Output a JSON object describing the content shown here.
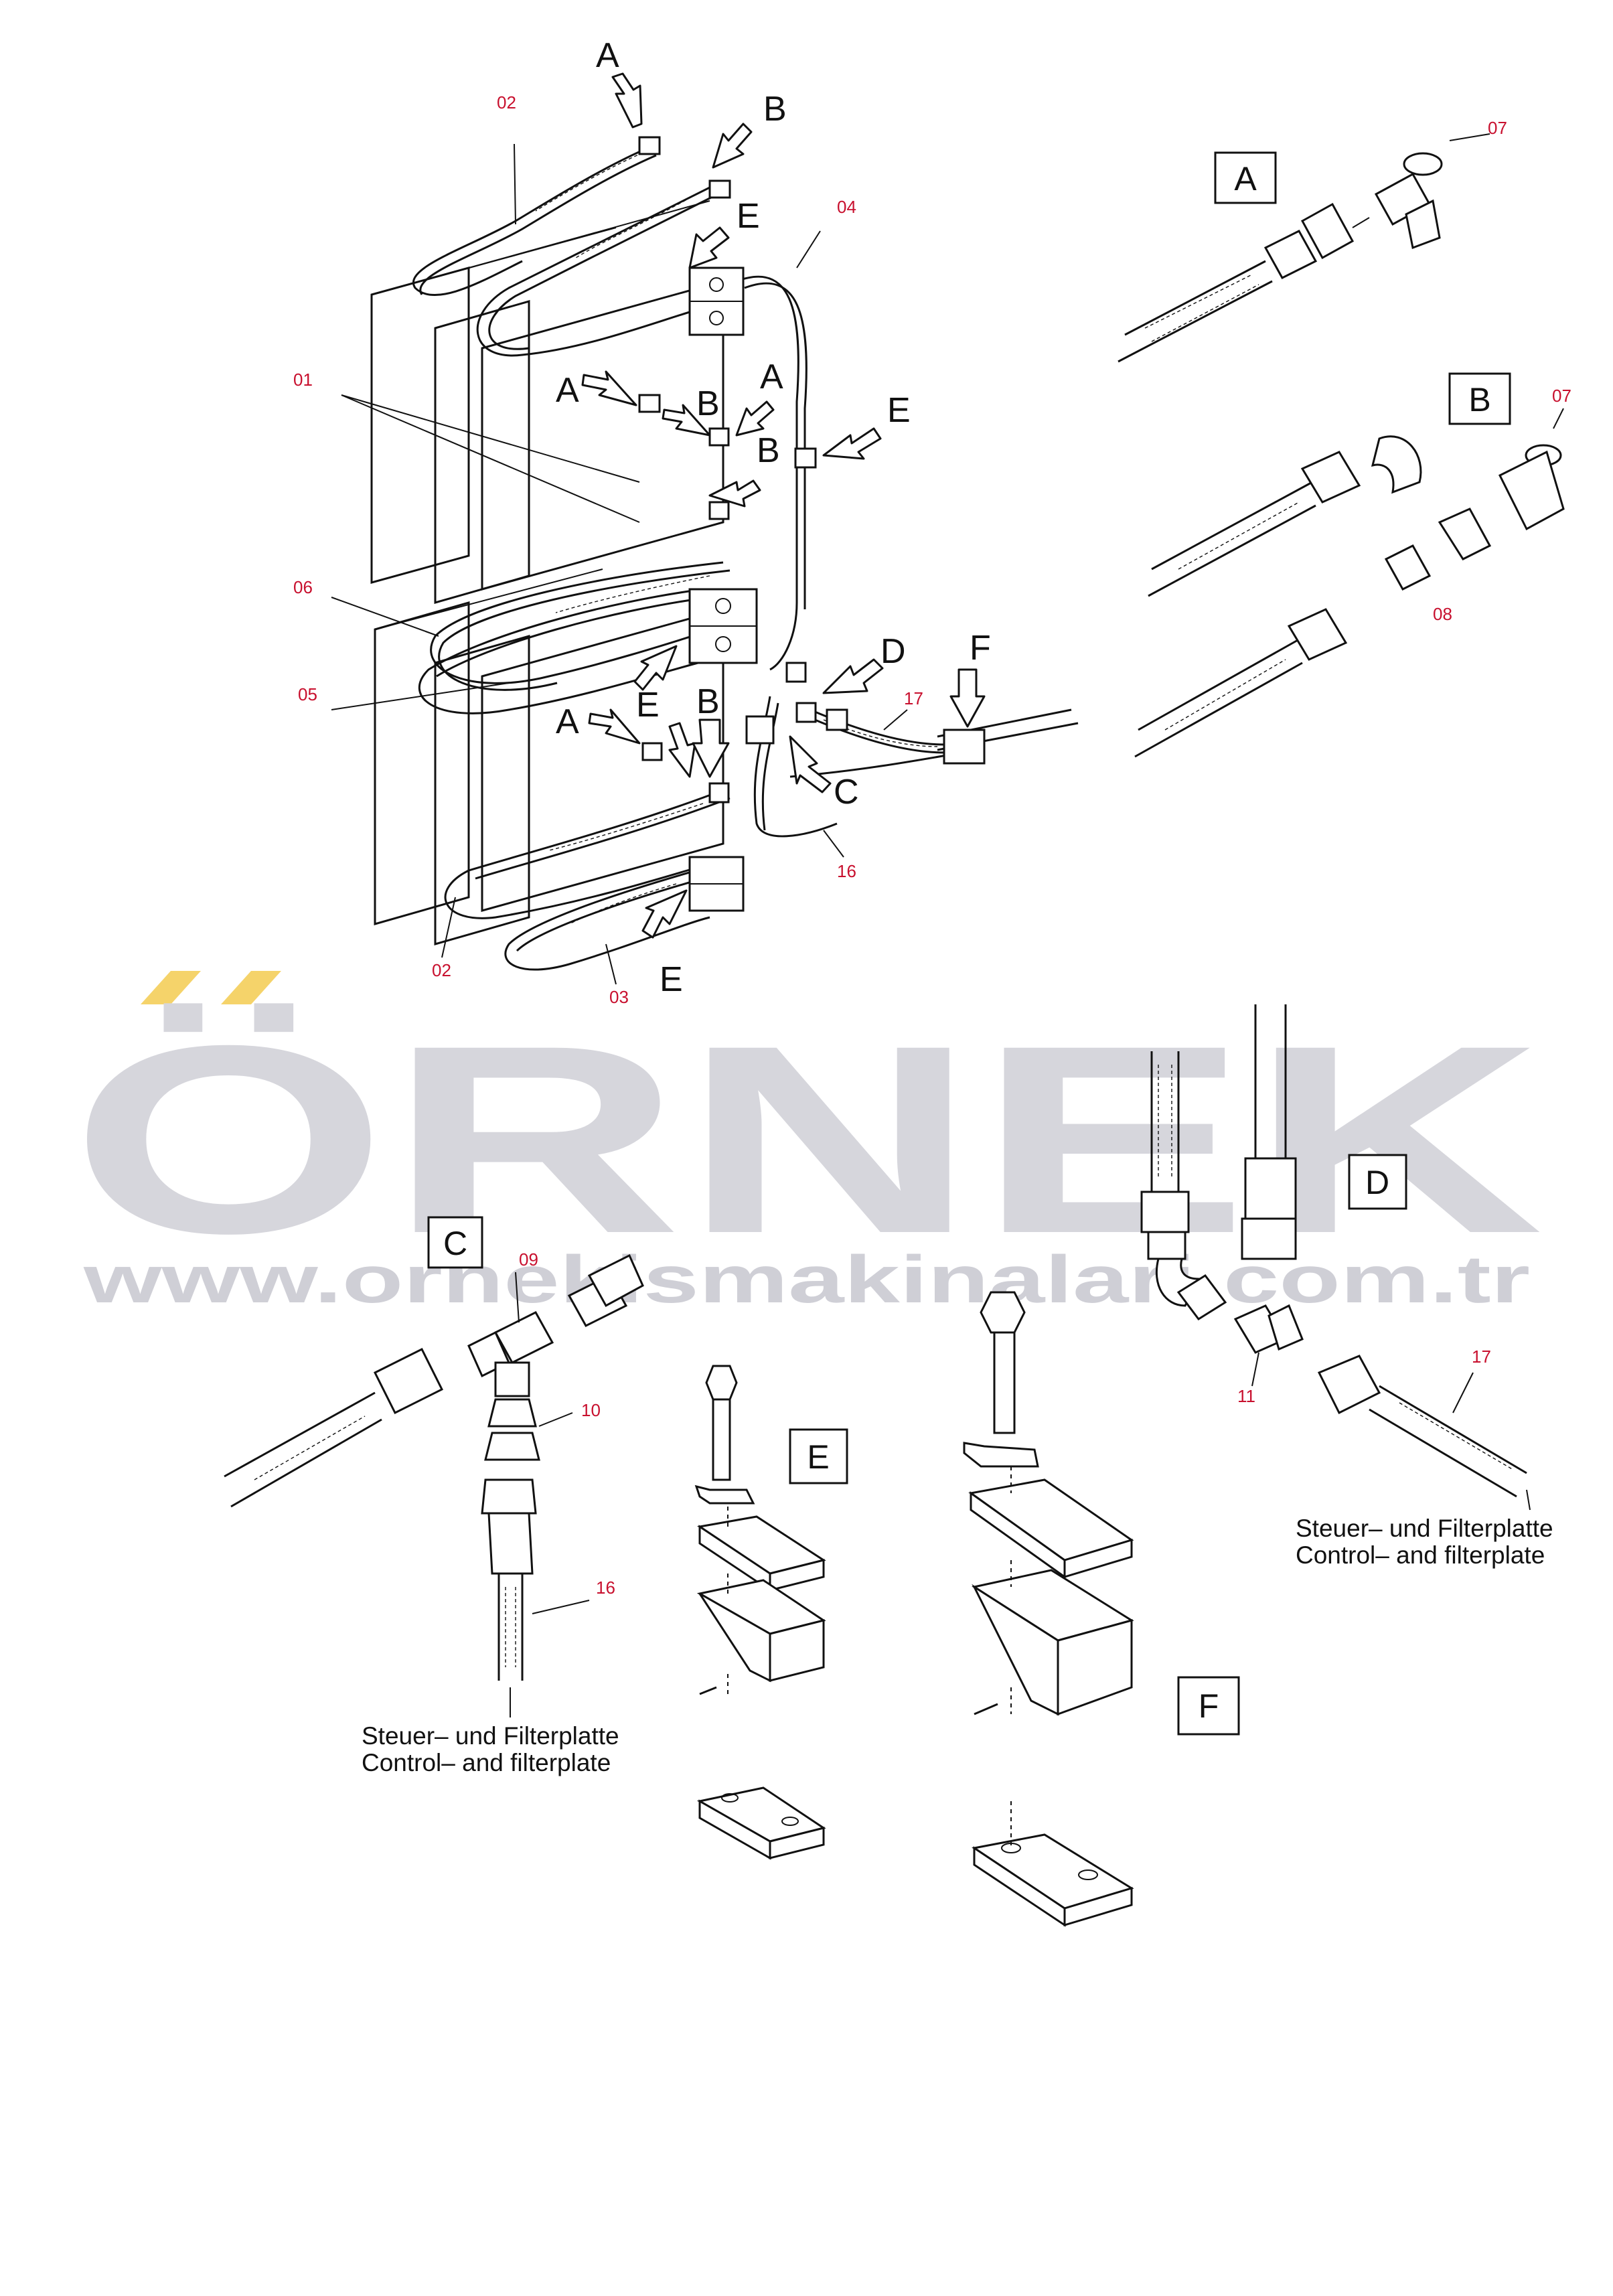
{
  "watermark": {
    "brand": "ÖRNEK",
    "url": "www.ornekismakinalari.com.tr",
    "accent_color": "#f5d36a",
    "text_color": "#d6d6dc"
  },
  "callouts": {
    "p01": "01",
    "p02": "02",
    "p03": "03",
    "p04": "04",
    "p05": "05",
    "p06": "06",
    "p07": "07",
    "p08": "08",
    "p09": "09",
    "p10": "10",
    "p11": "11",
    "p16": "16",
    "p17": "17"
  },
  "detail_letters": {
    "A": "A",
    "B": "B",
    "C": "C",
    "D": "D",
    "E": "E",
    "F": "F"
  },
  "captions": {
    "c_line1": "Steuer– und Filterplatte",
    "c_line2": "Control– and filterplate",
    "d_line1": "Steuer– und Filterplatte",
    "d_line2": "Control– and filterplate"
  },
  "colors": {
    "callout": "#c8102e",
    "line": "#111111"
  }
}
